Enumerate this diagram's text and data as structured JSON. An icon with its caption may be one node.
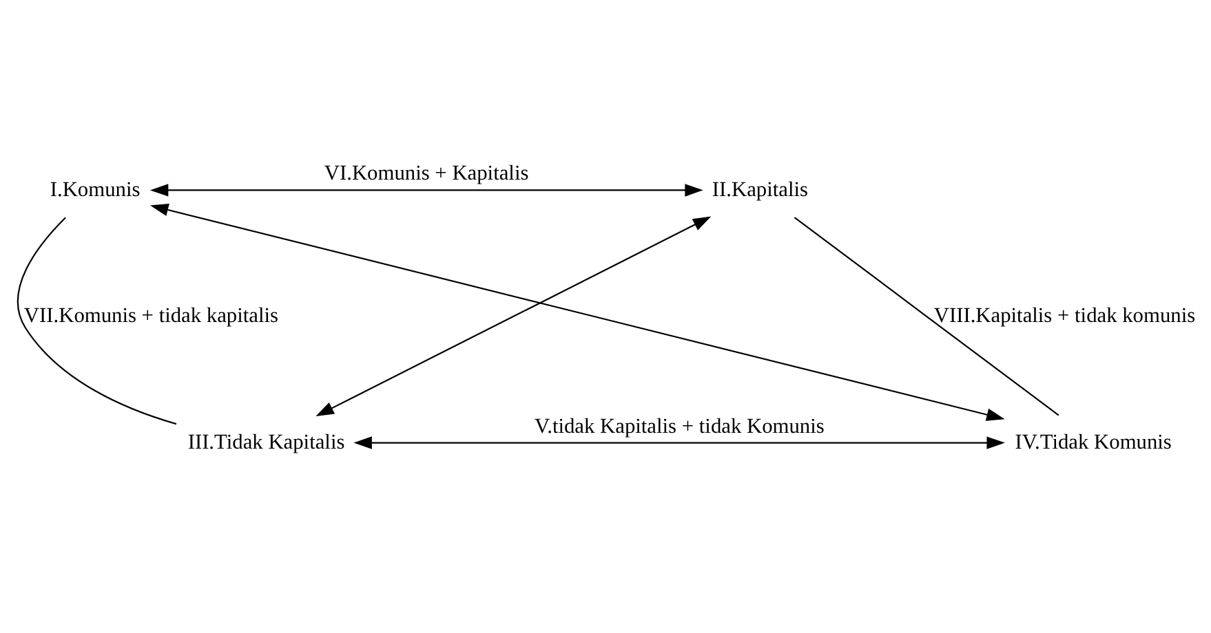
{
  "diagram": {
    "nodes": [
      {
        "text": [
          "I.Komunis"
        ]
      },
      {
        "text": [
          "II.Kapitalis"
        ]
      },
      {
        "text": [
          "III.Tidak Kapitalis"
        ]
      },
      {
        "text": [
          "IV.Tidak Komunis"
        ]
      }
    ],
    "edges": [
      {
        "from": 0,
        "to": 1,
        "arrow": "both",
        "label": "VI.Komunis + Kapitalis"
      },
      {
        "from": 0,
        "to": 2,
        "arrow": "none",
        "label": "VII.Komunis + tidak kapitalis"
      },
      {
        "from": 1,
        "to": 3,
        "arrow": "none",
        "label": "VIII.Kapitalis + tidak komunis"
      },
      {
        "from": 0,
        "to": 3,
        "arrow": "both"
      },
      {
        "from": 1,
        "to": 2,
        "arrow": "both"
      },
      {
        "from": 2,
        "to": 3,
        "arrow": "both",
        "label": "V.tidak Kapitalis + tidak Komunis"
      }
    ]
  }
}
